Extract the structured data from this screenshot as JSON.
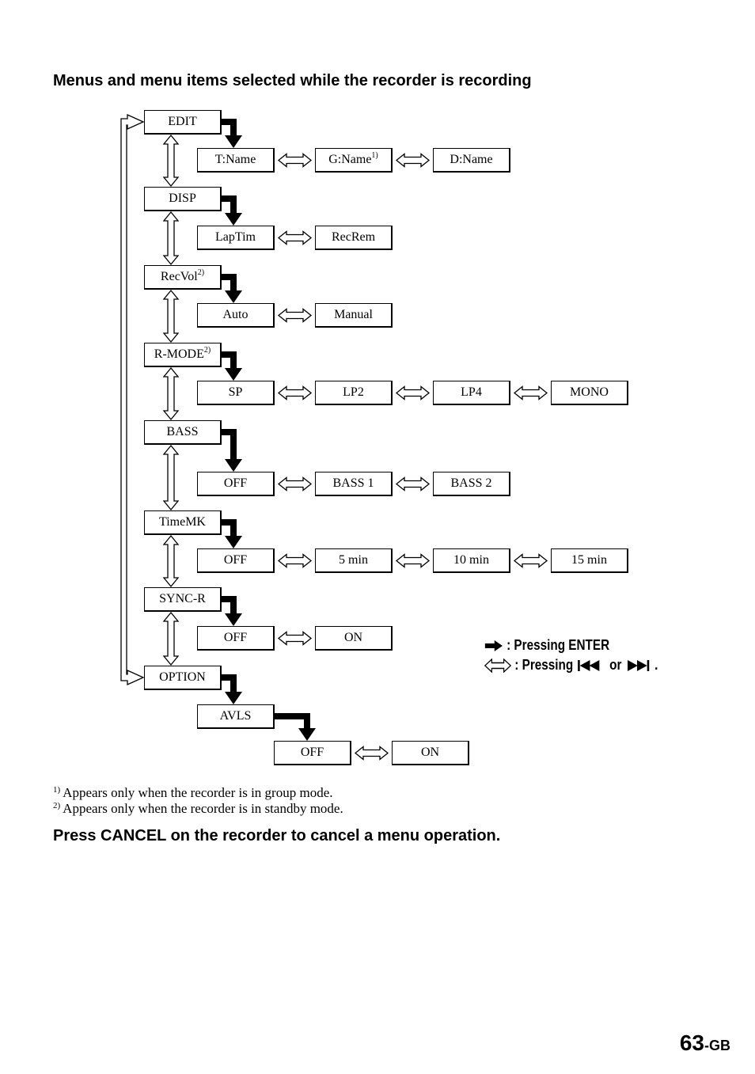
{
  "title": "Menus and menu items selected while the recorder is recording",
  "menus": [
    {
      "label": "EDIT",
      "note": "",
      "items": [
        {
          "label": "T:Name",
          "note": ""
        },
        {
          "label": "G:Name",
          "note": "1)"
        },
        {
          "label": "D:Name",
          "note": ""
        }
      ]
    },
    {
      "label": "DISP",
      "note": "",
      "items": [
        {
          "label": "LapTim",
          "note": ""
        },
        {
          "label": "RecRem",
          "note": ""
        }
      ]
    },
    {
      "label": "RecVol",
      "note": "2)",
      "items": [
        {
          "label": "Auto",
          "note": ""
        },
        {
          "label": "Manual",
          "note": ""
        }
      ]
    },
    {
      "label": "R-MODE",
      "note": "2)",
      "items": [
        {
          "label": "SP",
          "note": ""
        },
        {
          "label": "LP2",
          "note": ""
        },
        {
          "label": "LP4",
          "note": ""
        },
        {
          "label": "MONO",
          "note": ""
        }
      ]
    },
    {
      "label": "BASS",
      "note": "",
      "items": [
        {
          "label": "OFF",
          "note": ""
        },
        {
          "label": "BASS 1",
          "note": ""
        },
        {
          "label": "BASS 2",
          "note": ""
        }
      ]
    },
    {
      "label": "TimeMK",
      "note": "",
      "items": [
        {
          "label": "OFF",
          "note": ""
        },
        {
          "label": "5 min",
          "note": ""
        },
        {
          "label": "10 min",
          "note": ""
        },
        {
          "label": "15 min",
          "note": ""
        }
      ]
    },
    {
      "label": "SYNC-R",
      "note": "",
      "items": [
        {
          "label": "OFF",
          "note": ""
        },
        {
          "label": "ON",
          "note": ""
        }
      ]
    },
    {
      "label": "OPTION",
      "note": "",
      "items": [
        {
          "label": "AVLS",
          "note": ""
        }
      ]
    }
  ],
  "avls_items": [
    {
      "label": "OFF",
      "note": ""
    },
    {
      "label": "ON",
      "note": ""
    }
  ],
  "legend": {
    "enter_text": ": Pressing ENTER",
    "lr_text": ": Pressing",
    "or_text": "or",
    "period": ".",
    "arrow_icon": "solid-right-arrow-icon",
    "double_arrow_icon": "hollow-double-arrow-icon",
    "prev_icon": "previous-track-icon",
    "next_icon": "next-track-icon"
  },
  "footnotes": [
    {
      "mark": "1)",
      "text": "Appears only when the recorder is in group mode."
    },
    {
      "mark": "2)",
      "text": "Appears only when the recorder is in standby mode."
    }
  ],
  "cancel_note": "Press CANCEL on the recorder to cancel a menu operation.",
  "page": {
    "number": "63",
    "suffix": "-GB"
  }
}
